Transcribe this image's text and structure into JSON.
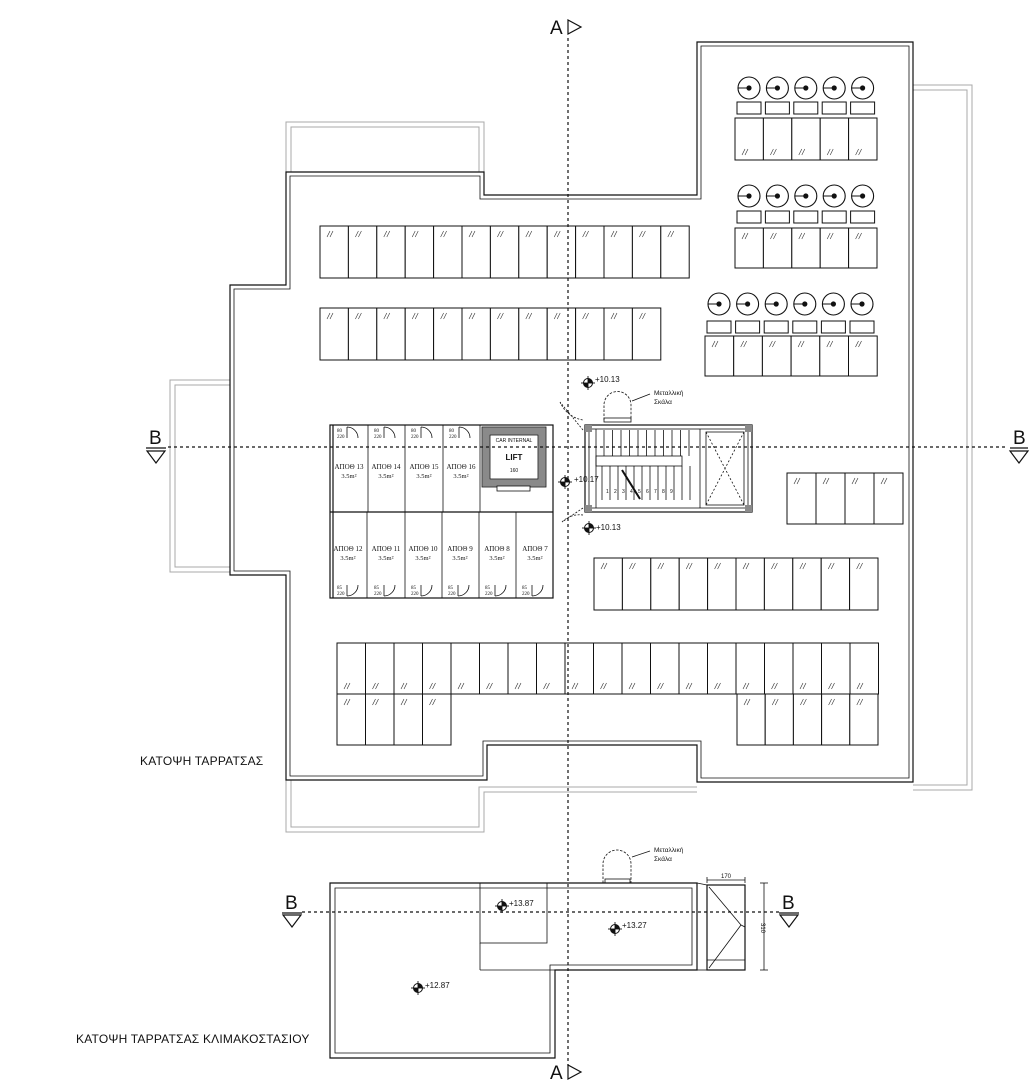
{
  "section_markers": {
    "a_top": "A",
    "a_bottom": "A",
    "b_left": "B",
    "b_right": "B",
    "b_lower_left": "B",
    "b_lower_right": "B"
  },
  "titles": {
    "roof_plan": "ΚΑΤΟΨΗ ΤΑΡΡΑΤΣΑΣ",
    "stair_roof_plan": "ΚΑΤΟΨΗ ΤΑΡΡΑΤΣΑΣ ΚΛΙΜΑΚΟΣΤΑΣΙΟΥ"
  },
  "levels": {
    "roof_north": "+10.13",
    "roof_center": "+10.17",
    "roof_south": "+10.13",
    "stair_roof_upper": "+13.87",
    "stair_roof_main": "+13.27",
    "stair_roof_lower": "+12.87"
  },
  "metal_stair_note": {
    "line1": "Μεταλλική",
    "line2": "Σκάλα"
  },
  "lift": {
    "note": "CAR INTERNAL",
    "label": "LIFT",
    "dimension": "160"
  },
  "stair_steps": [
    "1",
    "2",
    "3",
    "4",
    "5",
    "6",
    "7",
    "8",
    "9"
  ],
  "storage_units": {
    "upper": [
      {
        "label": "ΑΠΟΘ 13",
        "area": "3.5m²",
        "door_width": "80",
        "door_height": "220"
      },
      {
        "label": "ΑΠΟΘ 14",
        "area": "3.5m²",
        "door_width": "80",
        "door_height": "220"
      },
      {
        "label": "ΑΠΟΘ 15",
        "area": "3.5m²",
        "door_width": "80",
        "door_height": "220"
      },
      {
        "label": "ΑΠΟΘ 16",
        "area": "3.5m²",
        "door_width": "80",
        "door_height": "220"
      }
    ],
    "lower": [
      {
        "label": "ΑΠΟΘ 12",
        "area": "3.5m²",
        "door_width": "85",
        "door_height": "220"
      },
      {
        "label": "ΑΠΟΘ 11",
        "area": "3.5m²",
        "door_width": "85",
        "door_height": "220"
      },
      {
        "label": "ΑΠΟΘ 10",
        "area": "3.5m²",
        "door_width": "85",
        "door_height": "220"
      },
      {
        "label": "ΑΠΟΘ 9",
        "area": "3.5m²",
        "door_width": "85",
        "door_height": "220"
      },
      {
        "label": "ΑΠΟΘ 8",
        "area": "3.5m²",
        "door_width": "85",
        "door_height": "220"
      },
      {
        "label": "ΑΠΟΘ 7",
        "area": "3.5m²",
        "door_width": "85",
        "door_height": "220"
      }
    ]
  },
  "dimensions": {
    "hip_width": "170",
    "stair_depth": "310"
  }
}
